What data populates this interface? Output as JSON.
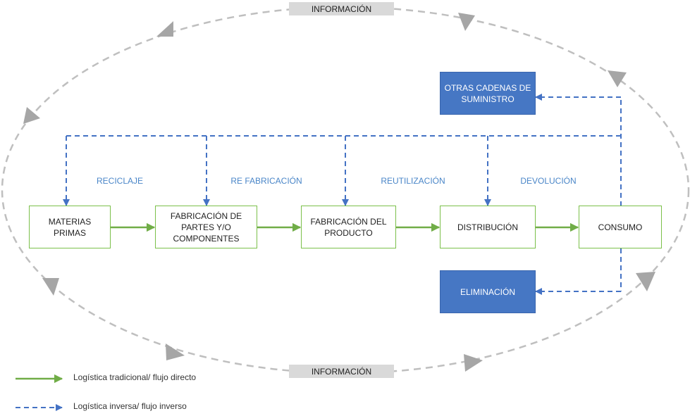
{
  "info_label_top": "INFORMACIÓN",
  "info_label_bottom": "INFORMACIÓN",
  "nodes": {
    "materias": "MATERIAS\nPRIMAS",
    "partes": "FABRICACIÓN DE\nPARTES Y/O\nCOMPONENTES",
    "producto": "FABRICACIÓN DEL\nPRODUCTO",
    "distribucion": "DISTRIBUCIÓN",
    "consumo": "CONSUMO",
    "otras": "OTRAS CADENAS DE\nSUMINISTRO",
    "eliminacion": "ELIMINACIÓN"
  },
  "flow_labels": {
    "reciclaje": "RECICLAJE",
    "refabricacion": "RE FABRICACIÓN",
    "reutilizacion": "REUTILIZACIÓN",
    "devolucion": "DEVOLUCIÓN"
  },
  "legend": {
    "direct": "Logística tradicional/ flujo directo",
    "inverse": "Logística inversa/ flujo inverso"
  },
  "colors": {
    "direct": "#70ad47",
    "inverse": "#4472c4",
    "info_cycle": "#bfbfbf",
    "blue_box": "#4677c4"
  }
}
